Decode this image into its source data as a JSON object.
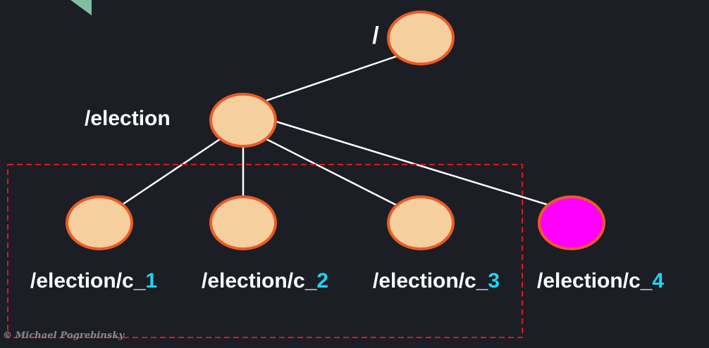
{
  "diagram": {
    "root": {
      "label": "/"
    },
    "election": {
      "label": "/election"
    },
    "children": [
      {
        "prefix": "/election/c_",
        "number": "1",
        "highlighted": false
      },
      {
        "prefix": "/election/c_",
        "number": "2",
        "highlighted": false
      },
      {
        "prefix": "/election/c_",
        "number": "3",
        "highlighted": false
      },
      {
        "prefix": "/election/c_",
        "number": "4",
        "highlighted": true
      }
    ]
  },
  "colors": {
    "background": "#1c1e26",
    "node_fill": "#f5cf9e",
    "node_stroke": "#ec5a26",
    "highlight_fill": "#ff00ff",
    "edge": "#ffffff",
    "group_border": "#e0141e",
    "number_accent": "#22d3ee",
    "corner_mark": "#7fbf9f"
  },
  "copyright": "© Michael Pogrebinsky"
}
